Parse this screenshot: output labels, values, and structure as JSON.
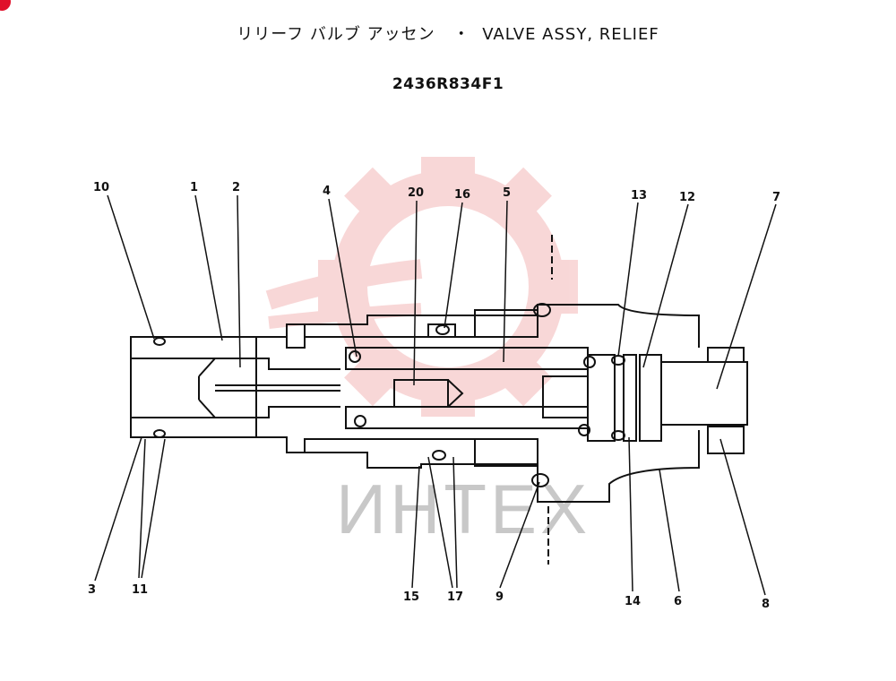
{
  "header": {
    "title": "リリーフ バルブ アッセン   ・  VALVE ASSY, RELIEF",
    "part_number": "2436R834F1"
  },
  "watermark": {
    "text": "ИНТЕХ",
    "color": "#f2b8b8"
  },
  "callouts": {
    "c10": "10",
    "c1": "1",
    "c2": "2",
    "c4": "4",
    "c20": "20",
    "c16": "16",
    "c5": "5",
    "c13": "13",
    "c12": "12",
    "c7": "7",
    "c3": "3",
    "c11": "11",
    "c15": "15",
    "c17": "17",
    "c9": "9",
    "c14": "14",
    "c6": "6",
    "c8": "8"
  }
}
